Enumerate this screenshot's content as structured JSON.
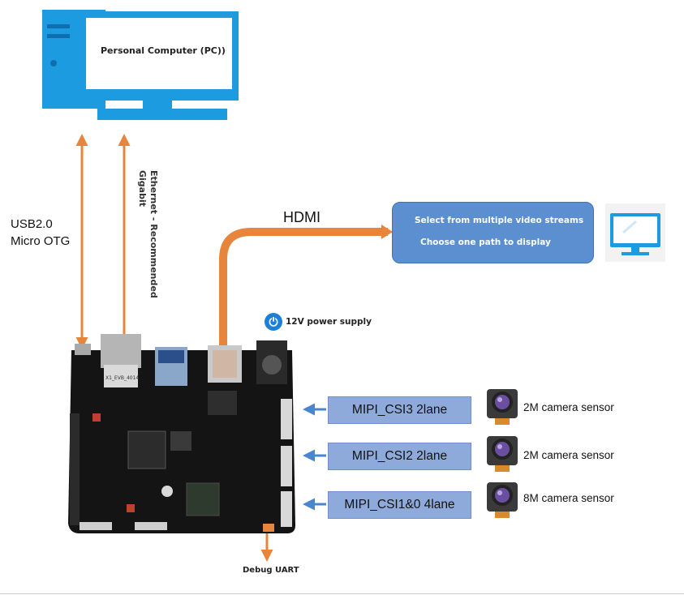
{
  "pc": {
    "label": "Personal Computer (PC))"
  },
  "links": {
    "usb_line1": "USB2.0",
    "usb_line2": "Micro OTG",
    "ethernet": "Ethernet - Recommended Gigabit",
    "hdmi": "HDMI"
  },
  "display_box": {
    "line1": "Select from multiple video streams",
    "line2": "Choose one path to display"
  },
  "power": {
    "label": "12V power supply",
    "icon": "power-icon"
  },
  "board": {
    "silkscreen": "X1_EVB_4014"
  },
  "mipi": [
    {
      "label": "MIPI_CSI3 2lane",
      "camera": "2M camera sensor"
    },
    {
      "label": "MIPI_CSI2 2lane",
      "camera": "2M camera sensor"
    },
    {
      "label": "MIPI_CSI1&0 4lane",
      "camera": "8M camera sensor"
    }
  ],
  "debug": {
    "label": "Debug UART"
  },
  "colors": {
    "pc_blue": "#1d9be0",
    "arrow_orange": "#e8853c",
    "connector_arrow": "#4a86d0",
    "box_blue": "#5b8fd0",
    "mipi_fill": "#8eaadb",
    "board_black": "#141414"
  }
}
